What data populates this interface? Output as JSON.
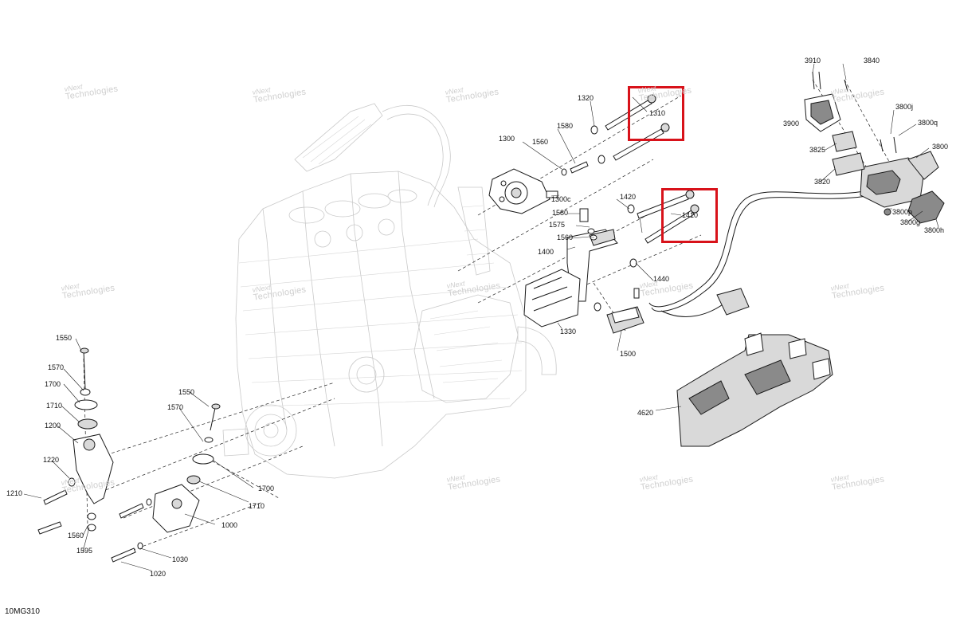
{
  "diagram": {
    "reference_code": "10MG310",
    "watermark": {
      "line1": "vNext",
      "line2": "Technologies"
    },
    "part_labels": [
      "3910",
      "3840",
      "3800j",
      "3800q",
      "3900",
      "3825",
      "3800",
      "3820",
      "3800p",
      "3800g",
      "3800h",
      "1320",
      "1310",
      "1580",
      "1300",
      "1560",
      "1300c",
      "1420",
      "1410",
      "1580",
      "1575",
      "1560",
      "1400",
      "1440",
      "1330",
      "1500",
      "4620",
      "1550",
      "1570",
      "1700",
      "1710",
      "1200",
      "1220",
      "1210",
      "1560",
      "1595",
      "1550",
      "1570",
      "1700",
      "1710",
      "1000",
      "1030",
      "1020"
    ],
    "highlight_color": "#d8121a",
    "highlighted_parts": [
      "1310",
      "1410"
    ]
  }
}
